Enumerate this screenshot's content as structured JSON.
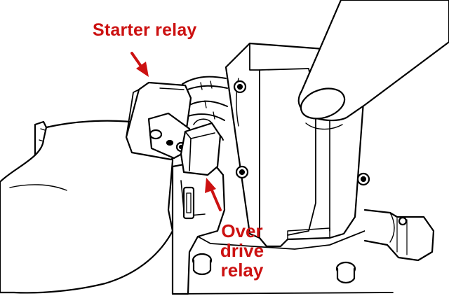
{
  "labels": {
    "starter_relay": "Starter relay",
    "overdrive_relay": [
      "Over",
      "drive",
      "relay"
    ]
  },
  "colors": {
    "annotation": "#cc1111",
    "line_art": "#000000",
    "background": "#ffffff"
  }
}
